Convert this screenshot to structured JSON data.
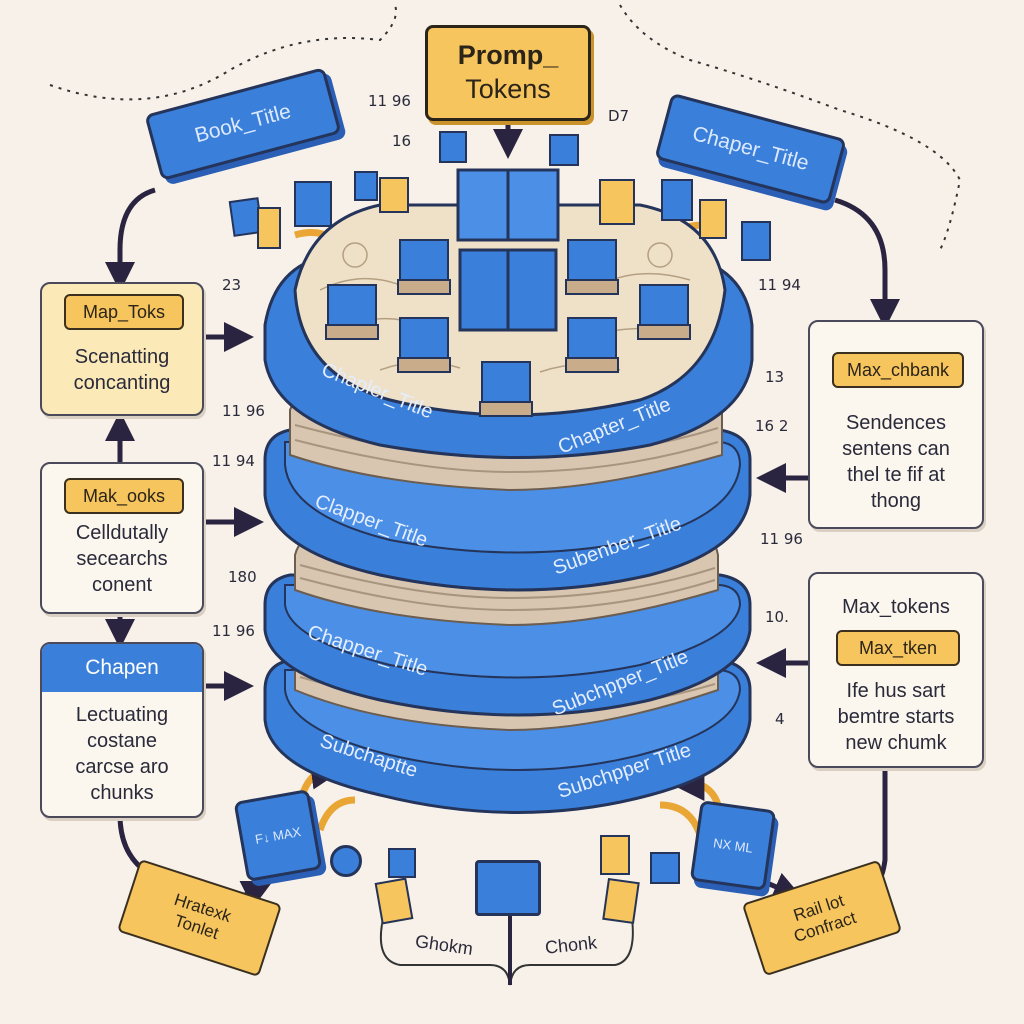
{
  "top_prompt": {
    "line1": "Promp_",
    "line2": "Tokens"
  },
  "tags": {
    "book_title": "Book_Title",
    "chapter_title_top": "Chaper_Title",
    "chapter_left": "Chapen"
  },
  "left_panels": [
    {
      "tag": "Map_Toks",
      "lines": [
        "Scenatting",
        "concanting"
      ]
    },
    {
      "tag": "Mak_ooks",
      "lines": [
        "Celldutally",
        "secearchs",
        "conent"
      ]
    },
    {
      "tag": "Chapen",
      "lines": [
        "Lectuating",
        "costane",
        "carcse aro",
        "chunks"
      ]
    }
  ],
  "right_panels": [
    {
      "tag": "Max_chbank",
      "lines": [
        "Sendences",
        "sentens can",
        "thel  te fif at",
        "thong"
      ]
    },
    {
      "title": "Max_tokens",
      "tag": "Max_tken",
      "lines": [
        "Ife   hus sart",
        "bemtre starts",
        "new chumk"
      ]
    }
  ],
  "stack_labels": [
    {
      "left": "Chapler_Title",
      "right": "Chapter_Title"
    },
    {
      "left": "Clapper_Title",
      "right": "Subenber_Title"
    },
    {
      "left": "Chapper_Title",
      "right": "Subchpper_Title"
    },
    {
      "left": "Subchaptte",
      "right": "Subchpper Title"
    }
  ],
  "numbers": [
    "11 96",
    "16",
    "D7",
    "23",
    "11 94",
    "11 96",
    "13",
    "11 94",
    "16 2",
    "180",
    "11 96",
    "11 96",
    "10.",
    "4"
  ],
  "bottom": {
    "left_tag": "Hratexk\nTonlet",
    "right_tag": "Rail lot\nConfract",
    "chunk_left": "Ghokm",
    "chunk_right": "Chonk",
    "cube_left_label": "F↓ MAX",
    "cube_right_label": "NX ML"
  },
  "colors": {
    "blue": "#3a7fd9",
    "dark_blue": "#24345a",
    "yellow": "#f7c55e",
    "paper": "#f7f1ea",
    "page": "#cdbfae"
  }
}
